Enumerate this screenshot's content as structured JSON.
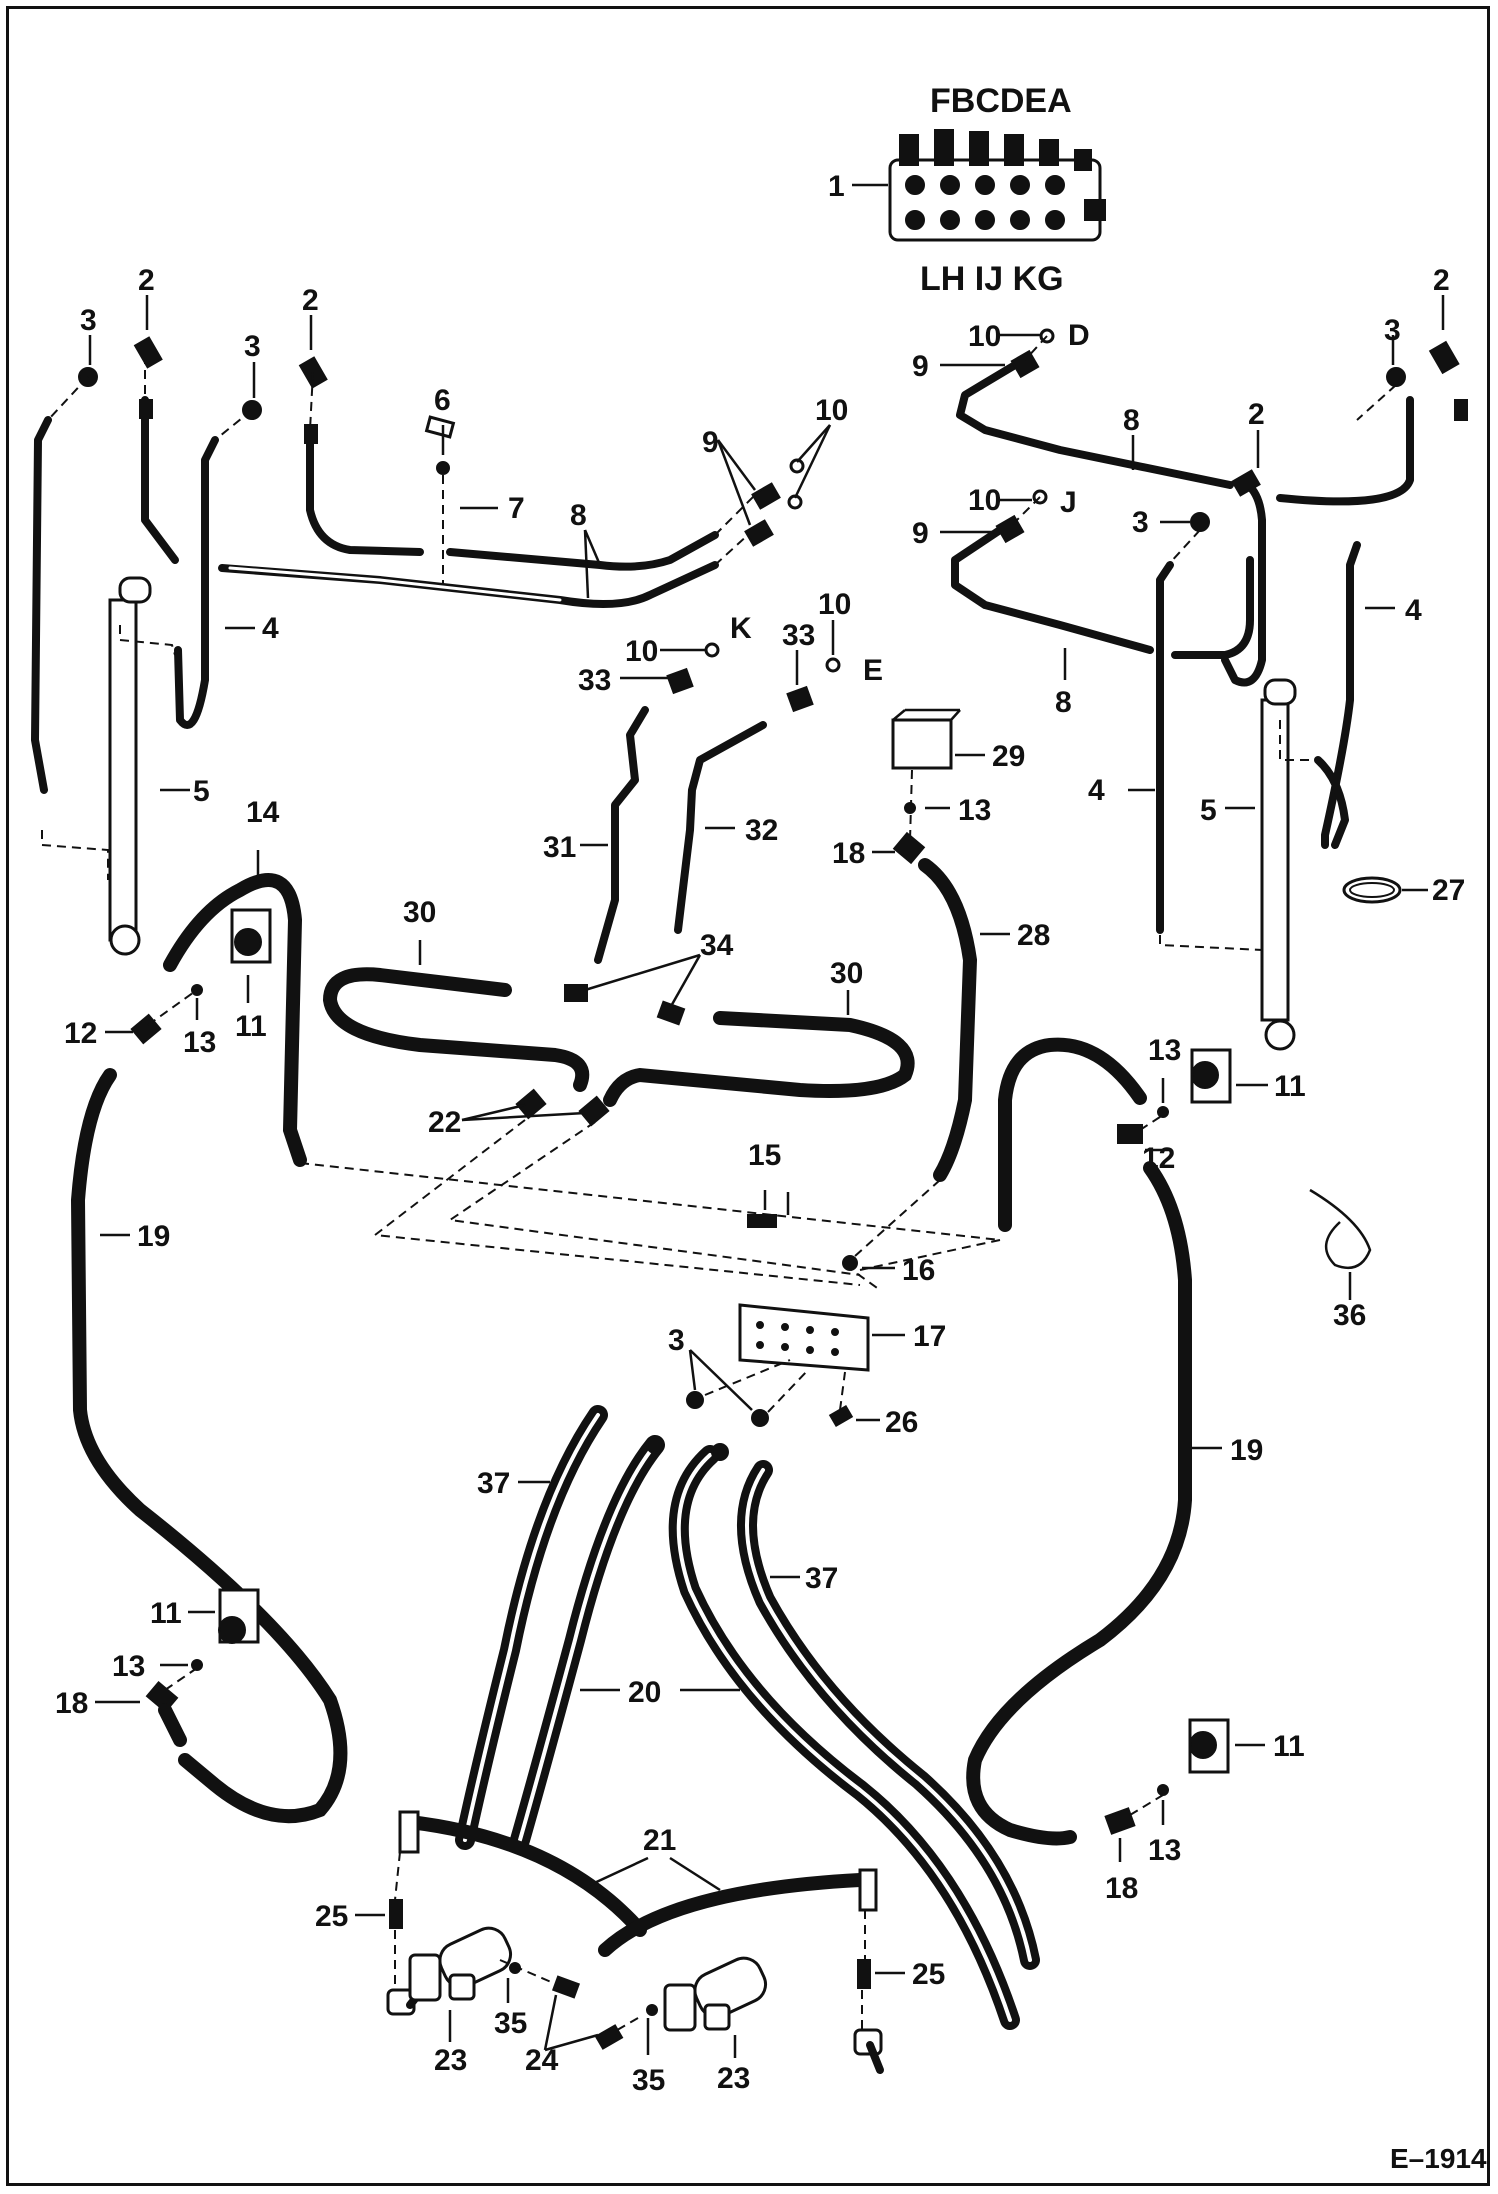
{
  "figure_code": "E–1914",
  "valve_port_letters_top": "FBCDEA",
  "valve_port_letters_bottom": "LH IJ KG",
  "callouts": {
    "n1": "1",
    "n2": "2",
    "n3": "3",
    "n4": "4",
    "n5": "5",
    "n6": "6",
    "n7": "7",
    "n8": "8",
    "n9": "9",
    "n10": "10",
    "n11": "11",
    "n12": "12",
    "n13": "13",
    "n14": "14",
    "n15": "15",
    "n16": "16",
    "n17": "17",
    "n18": "18",
    "n19": "19",
    "n20": "20",
    "n21": "21",
    "n22": "22",
    "n23": "23",
    "n24": "24",
    "n25": "25",
    "n26": "26",
    "n27": "27",
    "n28": "28",
    "n29": "29",
    "n30": "30",
    "n31": "31",
    "n32": "32",
    "n33": "33",
    "n34": "34",
    "n35": "35",
    "n36": "36",
    "n37": "37"
  },
  "port_letters": {
    "D": "D",
    "J": "J",
    "K": "K",
    "E": "E"
  }
}
